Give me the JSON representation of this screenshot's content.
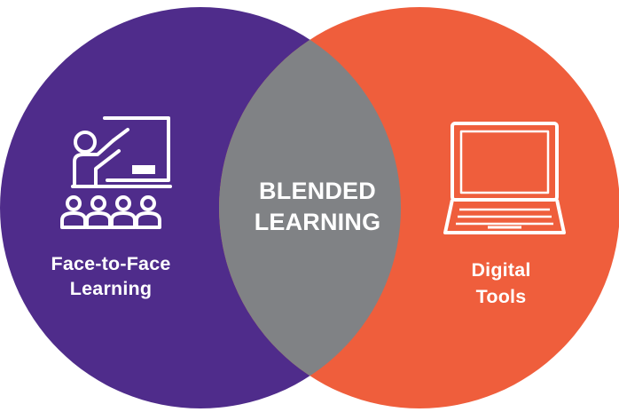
{
  "colors": {
    "left_circle": "#4f2c8b",
    "right_circle": "#ef5e3c",
    "overlap": "#808285",
    "text": "#ffffff"
  },
  "left": {
    "label_line1": "Face-to-Face",
    "label_line2": "Learning",
    "icon": "classroom-teacher-icon"
  },
  "center": {
    "label_line1": "BLENDED",
    "label_line2": "LEARNING"
  },
  "right": {
    "label_line1": "Digital",
    "label_line2": "Tools",
    "icon": "laptop-icon"
  }
}
